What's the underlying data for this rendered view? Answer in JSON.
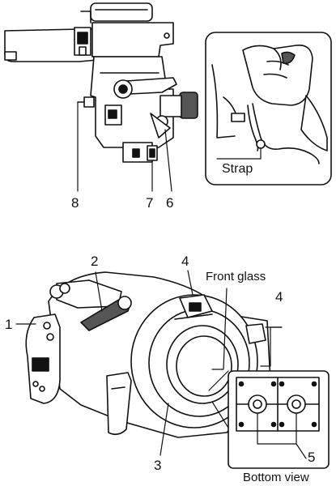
{
  "top_figure": {
    "callouts": [
      {
        "id": "8",
        "text": "8"
      },
      {
        "id": "7",
        "text": "7"
      },
      {
        "id": "6",
        "text": "6"
      }
    ],
    "inset_label": "Strap"
  },
  "bottom_figure": {
    "callouts": [
      {
        "id": "1",
        "text": "1"
      },
      {
        "id": "2",
        "text": "2"
      },
      {
        "id": "3",
        "text": "3"
      },
      {
        "id": "4a",
        "text": "4"
      },
      {
        "id": "4b",
        "text": "4"
      },
      {
        "id": "5",
        "text": "5"
      }
    ],
    "front_glass_label": "Front glass",
    "bottom_view_label": "Bottom view"
  }
}
